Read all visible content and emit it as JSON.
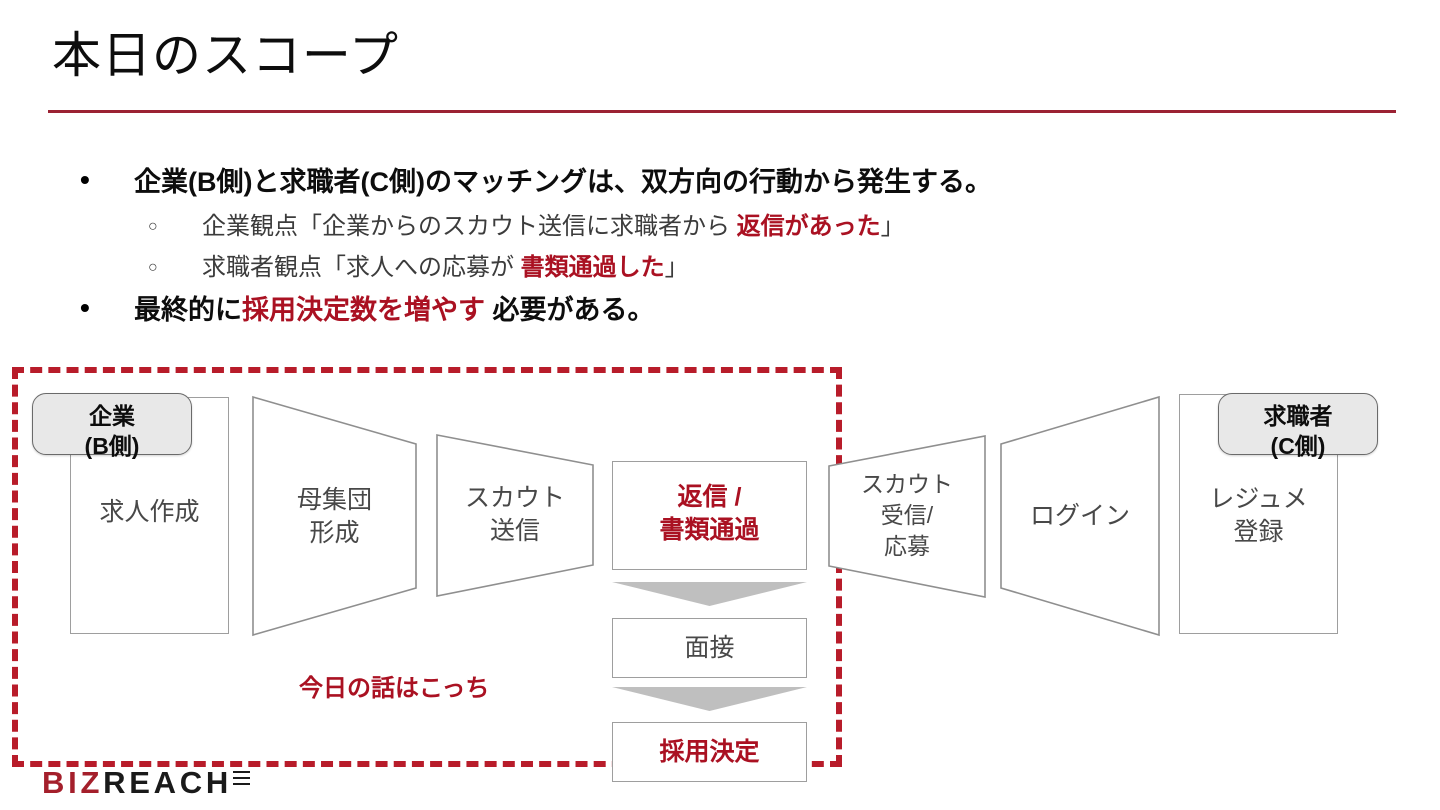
{
  "slide": {
    "title": "本日のスコープ",
    "accent_color": "#9b2233",
    "red_text_color": "#aa1122",
    "dashed_frame_color": "#b81c2a"
  },
  "bullets": [
    {
      "level": 1,
      "marker": "filled-bullet",
      "segments": [
        {
          "text": "企業(B側)と求職者(C側)のマッチングは、双方向の行動から発生する。",
          "color": "black"
        }
      ]
    },
    {
      "level": 2,
      "marker": "hollow-circle",
      "segments": [
        {
          "text": "企業観点「企業からのスカウト送信に求職者から ",
          "color": "black"
        },
        {
          "text": "返信があった",
          "color": "red"
        },
        {
          "text": "」",
          "color": "black"
        }
      ]
    },
    {
      "level": 2,
      "marker": "hollow-circle",
      "segments": [
        {
          "text": "求職者観点「求人への応募が ",
          "color": "black"
        },
        {
          "text": "書類通過した",
          "color": "red"
        },
        {
          "text": "」",
          "color": "black"
        }
      ]
    },
    {
      "level": 1,
      "marker": "filled-bullet",
      "segments": [
        {
          "text": "最終的に",
          "color": "black"
        },
        {
          "text": "採用決定数を増やす",
          "color": "red"
        },
        {
          "text": " 必要がある。",
          "color": "black"
        }
      ]
    }
  ],
  "diagram": {
    "annotation": "今日の話はこっち",
    "badges": {
      "left": {
        "line1": "企業",
        "line2": "(B側)"
      },
      "right": {
        "line1": "求職者",
        "line2": "(C側)"
      }
    },
    "company_funnel": [
      {
        "id": "job-creation",
        "line1": "求人作成",
        "line2": ""
      },
      {
        "id": "pool-building",
        "line1": "母集団",
        "line2": "形成"
      },
      {
        "id": "scout-send",
        "line1": "スカウト",
        "line2": "送信"
      }
    ],
    "shared_steps": [
      {
        "id": "reply-pass",
        "line1": "返信 /",
        "line2": "書類通過",
        "highlight": true
      },
      {
        "id": "interview",
        "line1": "面接",
        "line2": "",
        "highlight": false
      },
      {
        "id": "hire-decision",
        "line1": "採用決定",
        "line2": "",
        "highlight": true
      }
    ],
    "candidate_funnel": [
      {
        "id": "scout-receive-apply",
        "line1": "スカウト",
        "line2": "受信/",
        "line3": "応募"
      },
      {
        "id": "login",
        "line1": "ログイン",
        "line2": ""
      },
      {
        "id": "resume-register",
        "line1": "レジュメ",
        "line2": "登録"
      }
    ]
  },
  "logo": {
    "part1": "BIZ",
    "part2": "REACH"
  }
}
